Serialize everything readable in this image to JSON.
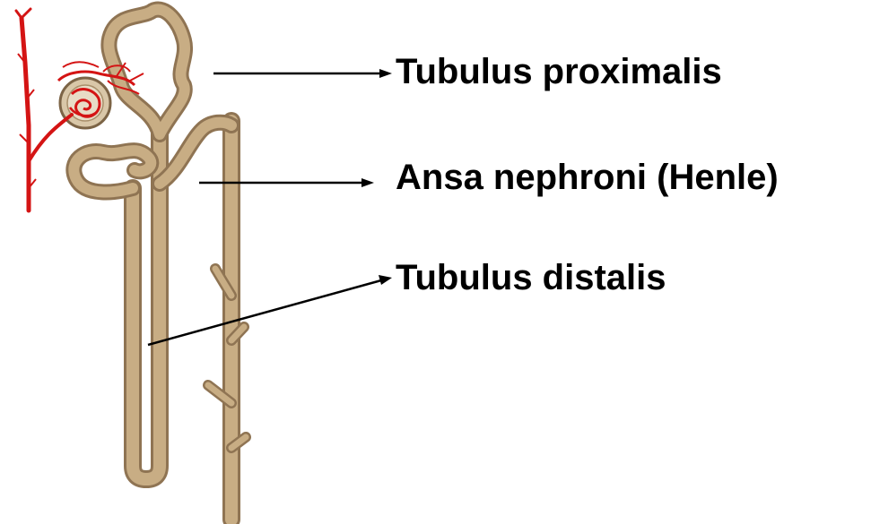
{
  "labels": {
    "tubulus_proximalis": "Tubulus proximalis",
    "ansa_nephroni": "Ansa nephroni (Henle)",
    "tubulus_distalis": "Tubulus distalis"
  },
  "colors": {
    "tubule": "#c8ad84",
    "tubule_edge": "#8f7453",
    "vessel": "#d41414",
    "arrow": "#000000",
    "text": "#000000"
  }
}
